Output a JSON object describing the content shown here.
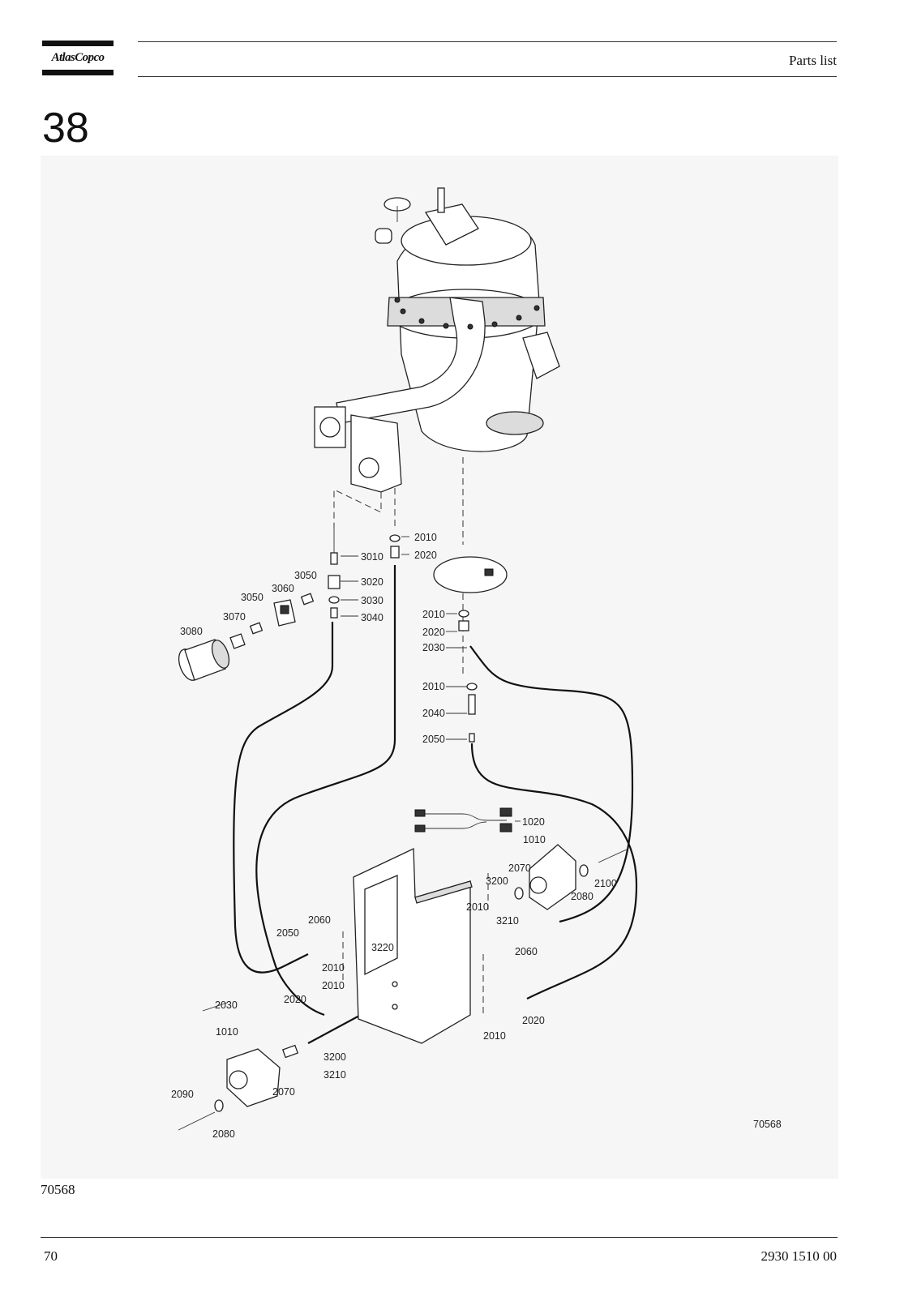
{
  "header": {
    "logo_text": "AtlasCopco",
    "title": "Parts list"
  },
  "section": {
    "number": "38"
  },
  "figure": {
    "image_id_corner": "70568",
    "part_labels": {
      "l_2010_a": "2010",
      "l_2020_a": "2020",
      "l_3010": "3010",
      "l_3020": "3020",
      "l_3030": "3030",
      "l_3040": "3040",
      "l_3050_a": "3050",
      "l_3060": "3060",
      "l_3050_b": "3050",
      "l_3070": "3070",
      "l_3080": "3080",
      "l_2010_b": "2010",
      "l_2020_b": "2020",
      "l_2030_a": "2030",
      "l_2010_c": "2010",
      "l_2040": "2040",
      "l_2050_a": "2050",
      "l_1020": "1020",
      "l_1010_a": "1010",
      "l_2070_a": "2070",
      "l_3200_a": "3200",
      "l_2080_a": "2080",
      "l_2100": "2100",
      "l_2010_d": "2010",
      "l_3210_a": "3210",
      "l_2060_a": "2060",
      "l_2060_b": "2060",
      "l_2050_b": "2050",
      "l_2010_e": "2010",
      "l_3220": "3220",
      "l_2010_f": "2010",
      "l_2020_c": "2020",
      "l_2030_b": "2030",
      "l_1010_b": "1010",
      "l_3200_b": "3200",
      "l_3210_b": "3210",
      "l_2070_b": "2070",
      "l_2090": "2090",
      "l_2080_b": "2080",
      "l_2020_d": "2020",
      "l_2010_g": "2010"
    }
  },
  "figure_caption": "70568",
  "footer": {
    "page_number": "70",
    "doc_number": "2930 1510 00"
  }
}
